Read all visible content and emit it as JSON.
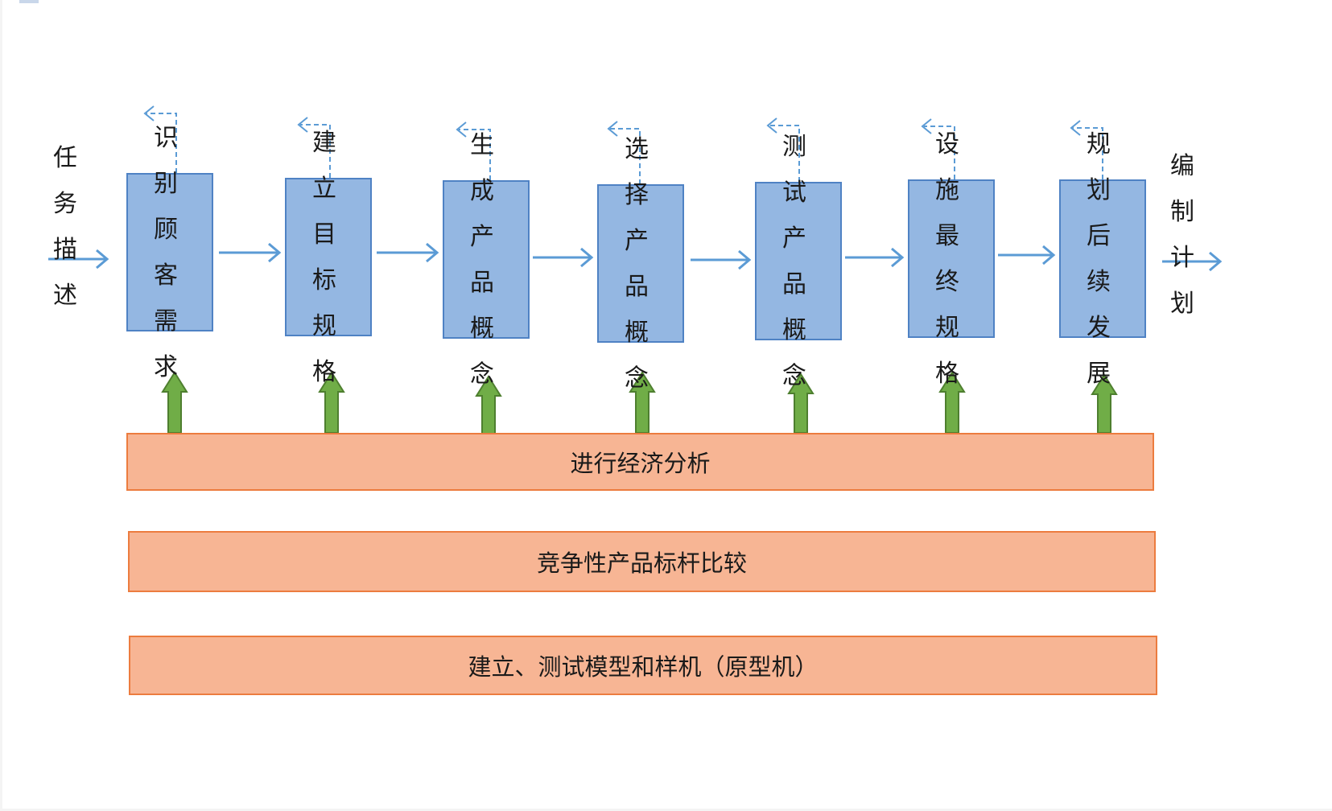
{
  "input_label": "任务描述",
  "output_label": "编制计划",
  "steps": [
    {
      "label": "识别顾客需求"
    },
    {
      "label": "建立目标规格"
    },
    {
      "label": "生成产品概念"
    },
    {
      "label": "选择产品概念"
    },
    {
      "label": "测试产品概念"
    },
    {
      "label": "设施最终规格"
    },
    {
      "label": "规划后续发展"
    }
  ],
  "activities": [
    {
      "label": "进行经济分析"
    },
    {
      "label": "竞争性产品标杆比较"
    },
    {
      "label": "建立、测试模型和样机（原型机）"
    }
  ],
  "colors": {
    "step_fill": "#94b7e2",
    "step_border": "#4f82c4",
    "flow_arrow": "#5b9bd5",
    "feedback_arrow": "#5b9bd5",
    "support_arrow_fill": "#70ad47",
    "support_arrow_border": "#4e7f2f",
    "bar_fill": "#f7b594",
    "bar_border": "#ec7c3f"
  }
}
